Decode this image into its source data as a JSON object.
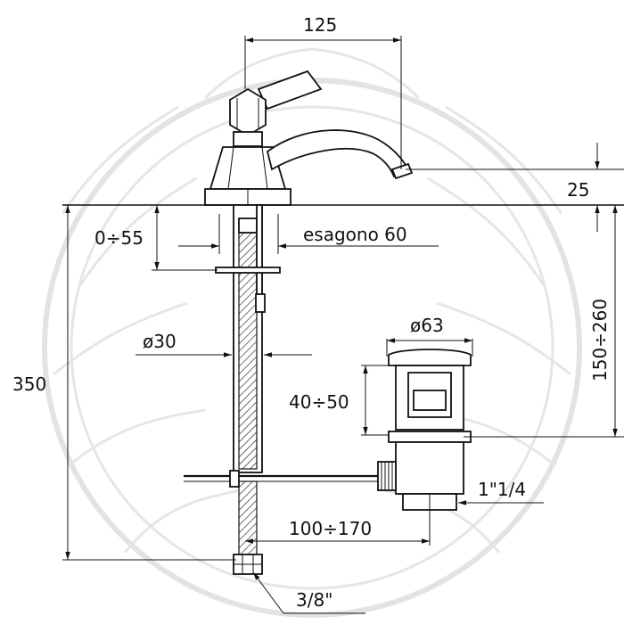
{
  "drawing": {
    "dimensions": {
      "spout_reach": "125",
      "spout_height": "25",
      "deck_thickness": "0÷55",
      "hex_nut": "esagono 60",
      "shank_diameter": "ø30",
      "total_height": "350",
      "drain_adjust": "150÷260",
      "pop_up_diameter": "ø63",
      "pop_up_height": "40÷50",
      "waste_thread": "1\"1/4",
      "rod_distance": "100÷170",
      "inlet_thread": "3/8\""
    }
  },
  "colors": {
    "line": "#111111",
    "watermark": "#e3e3e3",
    "background": "#ffffff"
  }
}
